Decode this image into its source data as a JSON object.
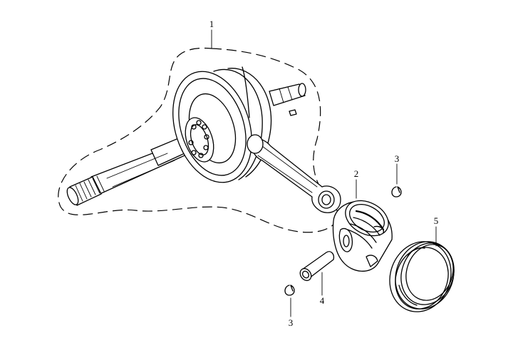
{
  "callouts": [
    {
      "id": "c1",
      "text": "1"
    },
    {
      "id": "c2",
      "text": "2"
    },
    {
      "id": "c3a",
      "text": "3"
    },
    {
      "id": "c3b",
      "text": "3"
    },
    {
      "id": "c4",
      "text": "4"
    },
    {
      "id": "c5",
      "text": "5"
    }
  ]
}
